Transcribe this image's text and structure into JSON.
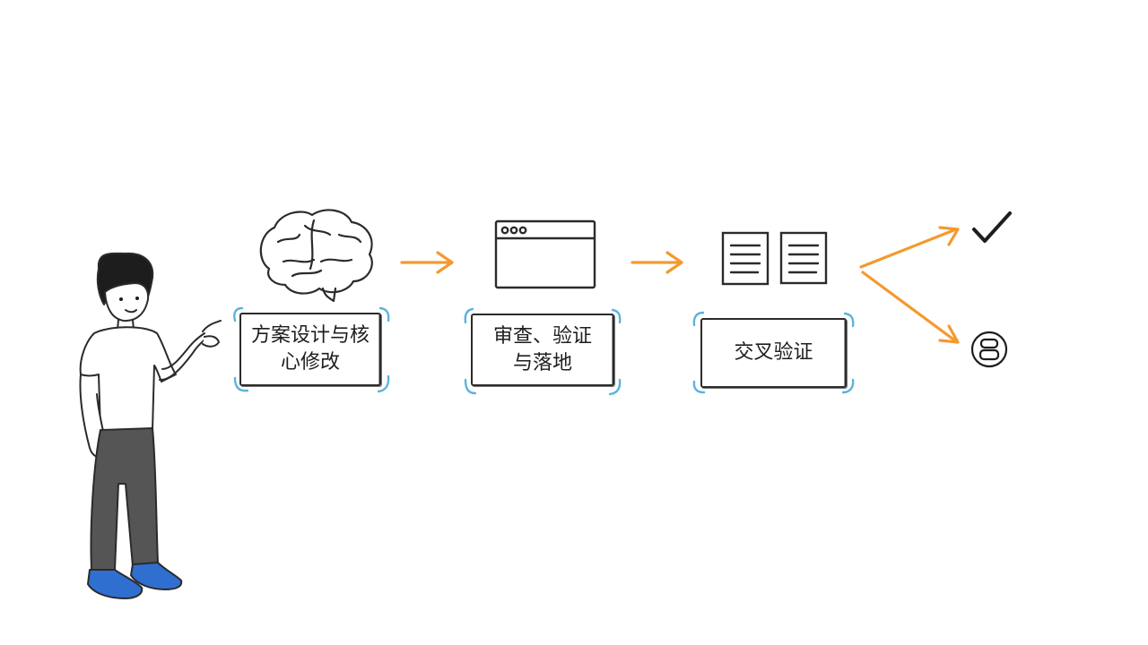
{
  "steps": [
    {
      "label_line1": "方案设计与核",
      "label_line2": "心修改",
      "icon": "brain-icon"
    },
    {
      "label_line1": "审查、验证",
      "label_line2": "与落地",
      "icon": "browser-window-icon"
    },
    {
      "label_line1": "交叉验证",
      "label_line2": "",
      "icon": "documents-icon"
    }
  ],
  "outcomes": [
    {
      "icon": "checkmark-icon"
    },
    {
      "icon": "circle-symbol-icon"
    }
  ],
  "colors": {
    "arrow": "#f39a2e",
    "bracket": "#5ab4dc",
    "ink": "#2b2b2b",
    "shoe": "#2f6fd0",
    "pants": "#555555"
  }
}
